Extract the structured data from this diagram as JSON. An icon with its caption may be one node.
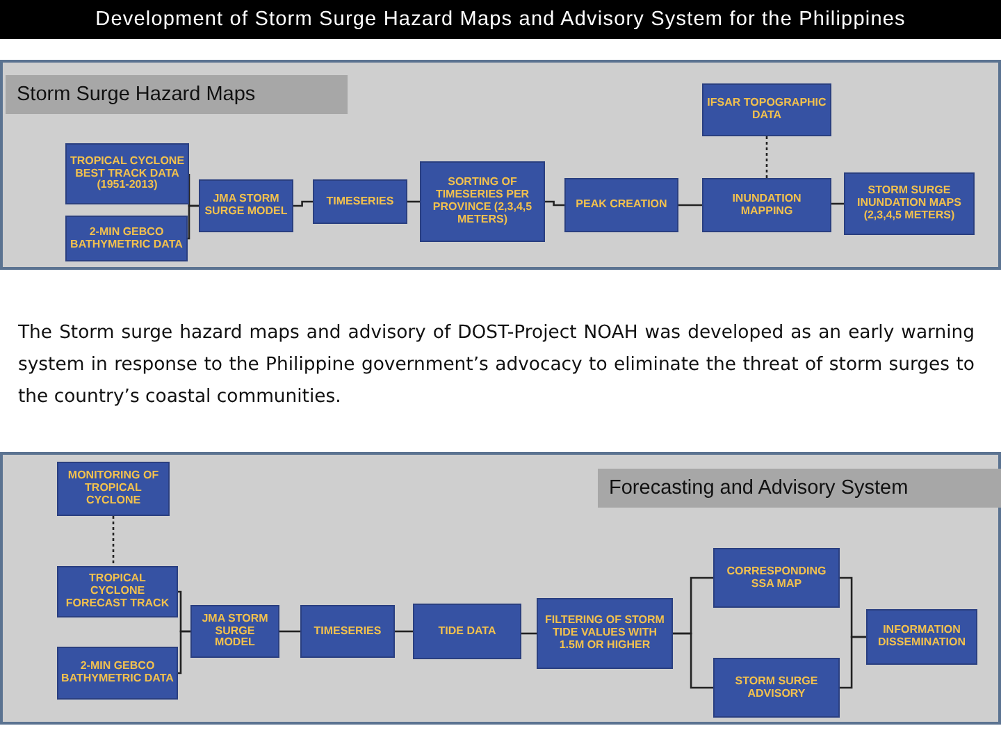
{
  "diagram": {
    "title": "Development of Storm Surge Hazard Maps and Advisory System for the Philippines",
    "nodes": [
      {
        "text": [
          "Storm Surge Hazard Maps"
        ]
      },
      {
        "text": [
          "TROPICAL CYCLONE BEST TRACK DATA (1951-2013)"
        ],
        "in": 0
      },
      {
        "text": [
          "2-MIN GEBCO BATHYMETRIC DATA"
        ],
        "in": 0
      },
      {
        "text": [
          "JMA STORM SURGE MODEL"
        ],
        "in": 0
      },
      {
        "text": [
          "TIMESERIES"
        ],
        "in": 0
      },
      {
        "text": [
          "SORTING OF TIMESERIES PER PROVINCE (2,3,4,5 METERS)"
        ],
        "in": 0
      },
      {
        "text": [
          "PEAK CREATION"
        ],
        "in": 0
      },
      {
        "text": [
          "IFSAR TOPOGRAPHIC DATA"
        ],
        "in": 0
      },
      {
        "text": [
          "INUNDATION MAPPING"
        ],
        "in": 0
      },
      {
        "text": [
          "STORM SURGE INUNDATION MAPS (2,3,4,5 METERS)"
        ],
        "in": 0
      },
      {
        "text": [
          "Forecasting and Advisory System"
        ]
      },
      {
        "text": [
          "MONITORING OF TROPICAL CYCLONE"
        ],
        "in": 10
      },
      {
        "text": [
          "TROPICAL CYCLONE FORECAST TRACK"
        ],
        "in": 10
      },
      {
        "text": [
          "2-MIN GEBCO BATHYMETRIC DATA"
        ],
        "in": 10
      },
      {
        "text": [
          "JMA STORM SURGE MODEL"
        ],
        "in": 10
      },
      {
        "text": [
          "TIMESERIES"
        ],
        "in": 10
      },
      {
        "text": [
          "TIDE DATA"
        ],
        "in": 10
      },
      {
        "text": [
          "FILTERING OF STORM TIDE VALUES WITH 1.5M OR HIGHER"
        ],
        "in": 10
      },
      {
        "text": [
          "CORRESPONDING SSA MAP"
        ],
        "in": 10
      },
      {
        "text": [
          "STORM SURGE ADVISORY"
        ],
        "in": 10
      },
      {
        "text": [
          "INFORMATION DISSEMINATION"
        ],
        "in": 10
      }
    ],
    "edges": [
      {
        "from": 1,
        "to": 3,
        "arrow": "none"
      },
      {
        "from": 2,
        "to": 3,
        "arrow": "none"
      },
      {
        "from": 3,
        "to": 4,
        "arrow": "none"
      },
      {
        "from": 4,
        "to": 5,
        "arrow": "none"
      },
      {
        "from": 5,
        "to": 6,
        "arrow": "none"
      },
      {
        "from": 6,
        "to": 8,
        "arrow": "none"
      },
      {
        "from": 7,
        "to": 8,
        "arrow": "none",
        "style": "dashed"
      },
      {
        "from": 8,
        "to": 9,
        "arrow": "none"
      },
      {
        "from": 11,
        "to": 12,
        "arrow": "none",
        "style": "dashed"
      },
      {
        "from": 12,
        "to": 14,
        "arrow": "none"
      },
      {
        "from": 13,
        "to": 14,
        "arrow": "none"
      },
      {
        "from": 14,
        "to": 15,
        "arrow": "none"
      },
      {
        "from": 15,
        "to": 16,
        "arrow": "none"
      },
      {
        "from": 16,
        "to": 17,
        "arrow": "none"
      },
      {
        "from": 17,
        "to": 18,
        "arrow": "none"
      },
      {
        "from": 17,
        "to": 19,
        "arrow": "none"
      },
      {
        "from": 18,
        "to": 20,
        "arrow": "none"
      },
      {
        "from": 19,
        "to": 20,
        "arrow": "none"
      }
    ],
    "labels": [
      "The Storm surge hazard maps and advisory of DOST-Project NOAH was developed as an early warning system in response to the Philippine government’s advocacy to eliminate the threat of storm surges to the country’s coastal communities."
    ]
  }
}
